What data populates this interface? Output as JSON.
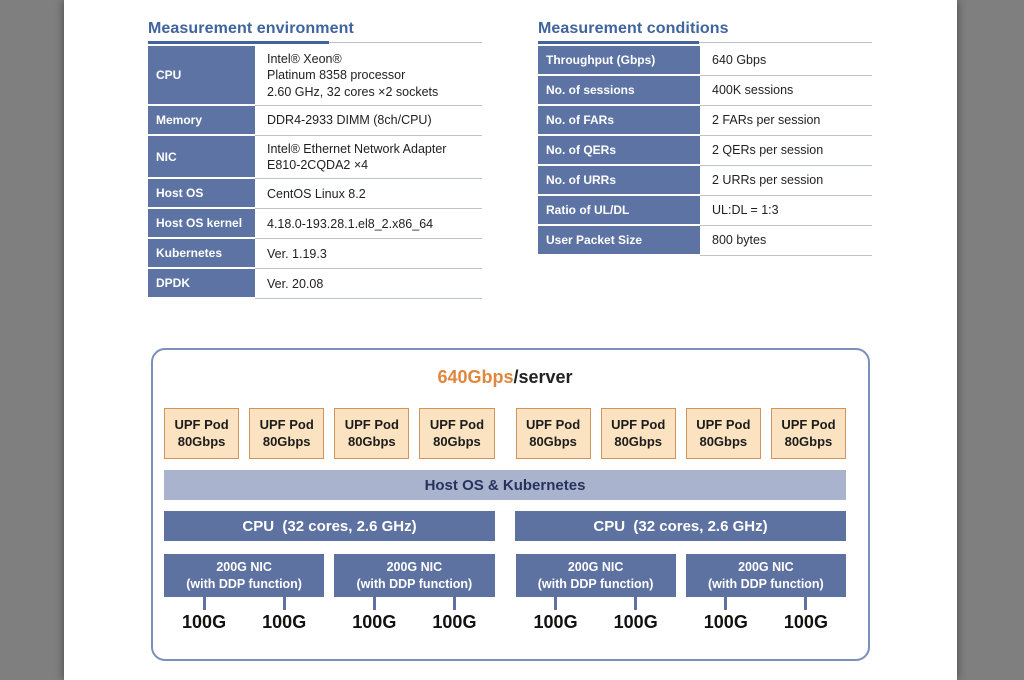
{
  "env_table": {
    "title": "Measurement environment",
    "rows": [
      {
        "label": "CPU",
        "value": "Intel® Xeon®\nPlatinum 8358 processor\n2.60 GHz, 32 cores ×2 sockets"
      },
      {
        "label": "Memory",
        "value": "DDR4-2933 DIMM (8ch/CPU)"
      },
      {
        "label": "NIC",
        "value": "Intel® Ethernet Network Adapter\nE810-2CQDA2 ×4"
      },
      {
        "label": "Host OS",
        "value": "CentOS Linux 8.2"
      },
      {
        "label": "Host OS kernel",
        "value": "4.18.0-193.28.1.el8_2.x86_64"
      },
      {
        "label": "Kubernetes",
        "value": "Ver. 1.19.3"
      },
      {
        "label": "DPDK",
        "value": "Ver. 20.08"
      }
    ]
  },
  "cond_table": {
    "title": "Measurement conditions",
    "rows": [
      {
        "label": "Throughput (Gbps)",
        "value": "640 Gbps"
      },
      {
        "label": "No. of sessions",
        "value": "400K sessions"
      },
      {
        "label": "No. of FARs",
        "value": "2 FARs per session"
      },
      {
        "label": "No. of QERs",
        "value": "2 QERs per session"
      },
      {
        "label": "No. of URRs",
        "value": "2 URRs per session"
      },
      {
        "label": "Ratio of UL/DL",
        "value": "UL:DL = 1:3"
      },
      {
        "label": "User Packet Size",
        "value": "800 bytes"
      }
    ]
  },
  "diagram": {
    "server_throughput": "640Gbps",
    "server_suffix": "/server",
    "pod": {
      "line1": "UPF Pod",
      "line2": "80Gbps"
    },
    "host_layer": "Host OS & Kubernetes",
    "cpu_label": "CPU  (32 cores, 2.6 GHz)",
    "nic": {
      "line1": "200G NIC",
      "line2": "(with DDP function)"
    },
    "port_label": "100G"
  },
  "colors": {
    "heading_blue": "#40649e",
    "table_header_bg": "#5d73a4",
    "bar_blue": "#5e72a2",
    "host_layer_bg": "#a9b3ce",
    "pod_bg": "#fbe2c0",
    "pod_border": "#d0945c",
    "accent_orange": "#e0873e",
    "frame_border": "#7a90ba",
    "viewer_background": "#7f7f7f"
  }
}
